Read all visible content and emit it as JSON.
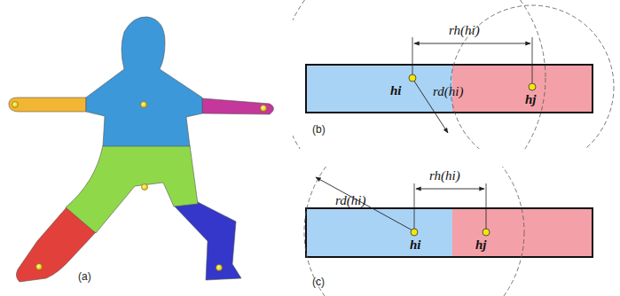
{
  "diagram": {
    "labels": [
      "(a)",
      "rh(hi)",
      "hi",
      "rd(hi)",
      "hj",
      "(b)",
      "rd(hi)",
      "rh(hi)",
      "hi",
      "hj",
      "(c)"
    ]
  }
}
